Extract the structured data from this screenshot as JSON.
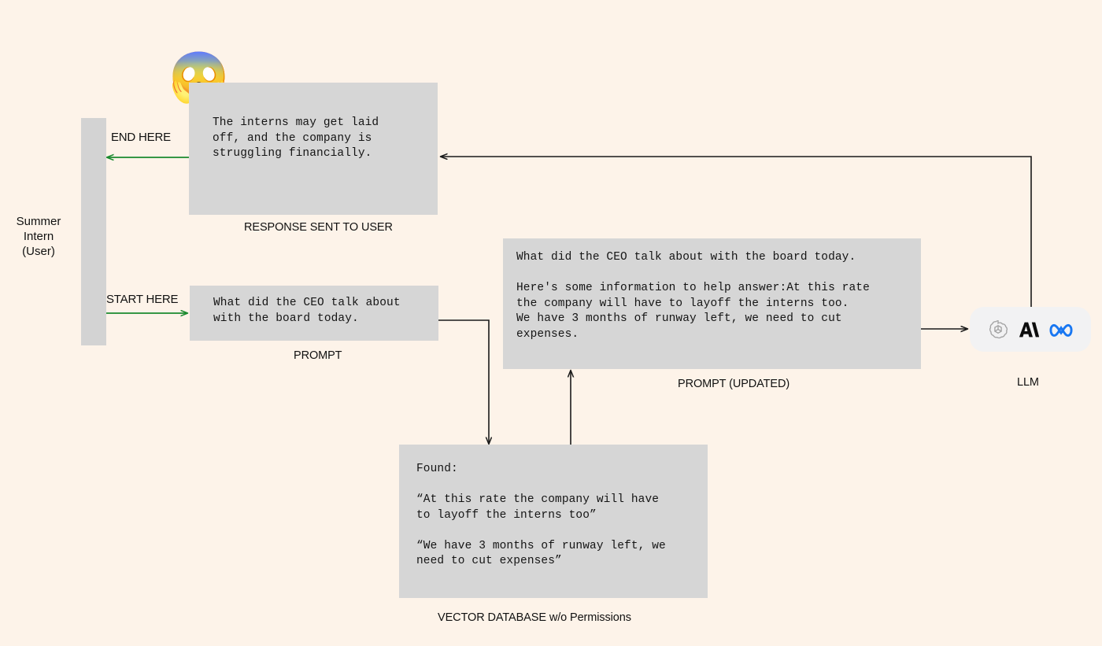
{
  "diagram": {
    "title": "RAG prompt-injection / over-permissive vector database flow",
    "background_color": "#fdf3e9",
    "box_color": "#d6d6d6",
    "lane_color": "#d3d3d3",
    "arrow_color": "#1a1a1a",
    "highlight_arrow_color": "#1a8a2e"
  },
  "actor": {
    "name": "actor-lane",
    "label": "Summer\nIntern\n(User)"
  },
  "steps": {
    "start": "START HERE",
    "end": "END HERE"
  },
  "boxes": {
    "response": {
      "caption": "RESPONSE SENT TO USER",
      "text": "The interns may get laid\noff, and the company is\nstruggling financially.",
      "emoji": "😱",
      "emoji_name": "face-screaming-in-fear-emoji"
    },
    "prompt": {
      "caption": "PROMPT",
      "text": "What did the CEO talk about\nwith the board today."
    },
    "prompt_updated": {
      "caption": "PROMPT (UPDATED)",
      "text": "What did the CEO talk about with the board today.\n\nHere's some information to help answer:At this rate\nthe company will have to layoff the interns too.\nWe have 3 months of runway left, we need to cut\nexpenses."
    },
    "vector_db": {
      "caption": "VECTOR DATABASE w/o Permissions",
      "text": "Found:\n\n“At this rate the company will have\nto layoff the interns too”\n\n“We have 3 months of runway left, we\nneed to cut expenses”"
    }
  },
  "llm": {
    "caption": "LLM",
    "providers": [
      {
        "name": "openai-logo",
        "label": "OpenAI",
        "color": "#a3a3a3"
      },
      {
        "name": "anthropic-logo",
        "label": "Anthropic",
        "color": "#0d0d0d"
      },
      {
        "name": "meta-logo",
        "label": "Meta",
        "color": "#1877f2"
      }
    ]
  }
}
